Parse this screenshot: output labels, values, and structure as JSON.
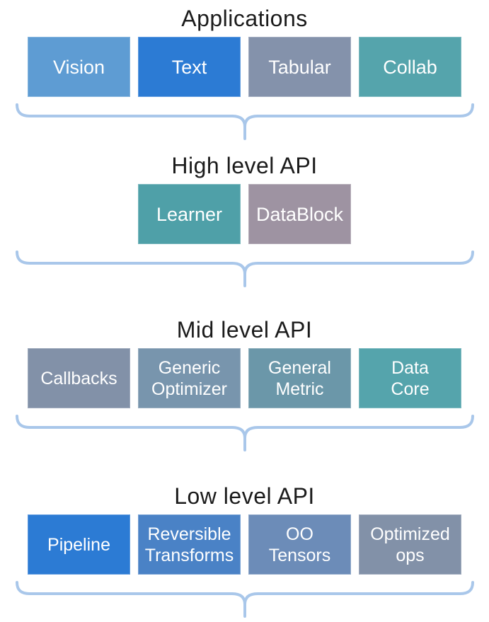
{
  "diagram": {
    "brace_color": "#A9C7EA",
    "box_text_color": "#FFFFFF",
    "title_color": "#1B1B1B",
    "sections": [
      {
        "title": "Applications",
        "boxes": [
          {
            "label": "Vision",
            "color": "#5E9CD3"
          },
          {
            "label": "Text",
            "color": "#2C7BD4"
          },
          {
            "label": "Tabular",
            "color": "#8492AB"
          },
          {
            "label": "Collab",
            "color": "#55A4AC"
          }
        ]
      },
      {
        "title": "High level API",
        "boxes": [
          {
            "label": "Learner",
            "color": "#4FA0A8"
          },
          {
            "label": "DataBlock",
            "color": "#9E93A2"
          }
        ]
      },
      {
        "title": "Mid level API",
        "boxes": [
          {
            "label": "Callbacks",
            "color": "#8291A8"
          },
          {
            "label": "Generic\nOptimizer",
            "color": "#7895AD"
          },
          {
            "label": "General\nMetric",
            "color": "#6B97A9"
          },
          {
            "label": "Data\nCore",
            "color": "#55A4AC"
          }
        ]
      },
      {
        "title": "Low level API",
        "boxes": [
          {
            "label": "Pipeline",
            "color": "#2C7BD4"
          },
          {
            "label": "Reversible\nTransforms",
            "color": "#4A82C6"
          },
          {
            "label": "OO\nTensors",
            "color": "#6C8CB8"
          },
          {
            "label": "Optimized\nops",
            "color": "#8291A8"
          }
        ]
      }
    ]
  }
}
